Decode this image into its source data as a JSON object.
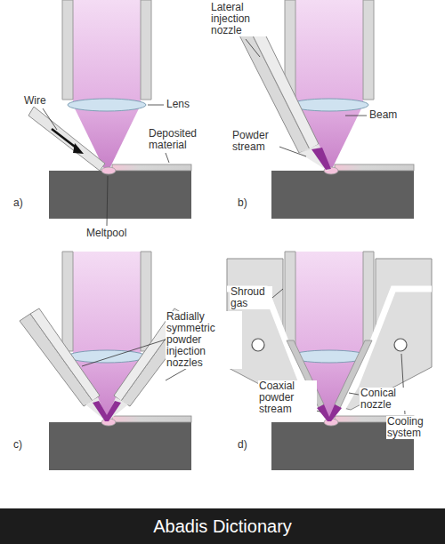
{
  "diagram": {
    "nodes": [
      {
        "text": [
          "Abadis Dictionary"
        ]
      }
    ],
    "labels": [
      "Lens",
      "Wire",
      "Deposited material",
      "Meltpool",
      "a)",
      "Lateral injection nozzle",
      "Beam",
      "Powder stream",
      "b)",
      "Shroud gas",
      "Radially symmetric powder injection nozzles",
      "c)",
      "Coaxial powder stream",
      "Conical nozzle",
      "Cooling system",
      "d)"
    ]
  }
}
